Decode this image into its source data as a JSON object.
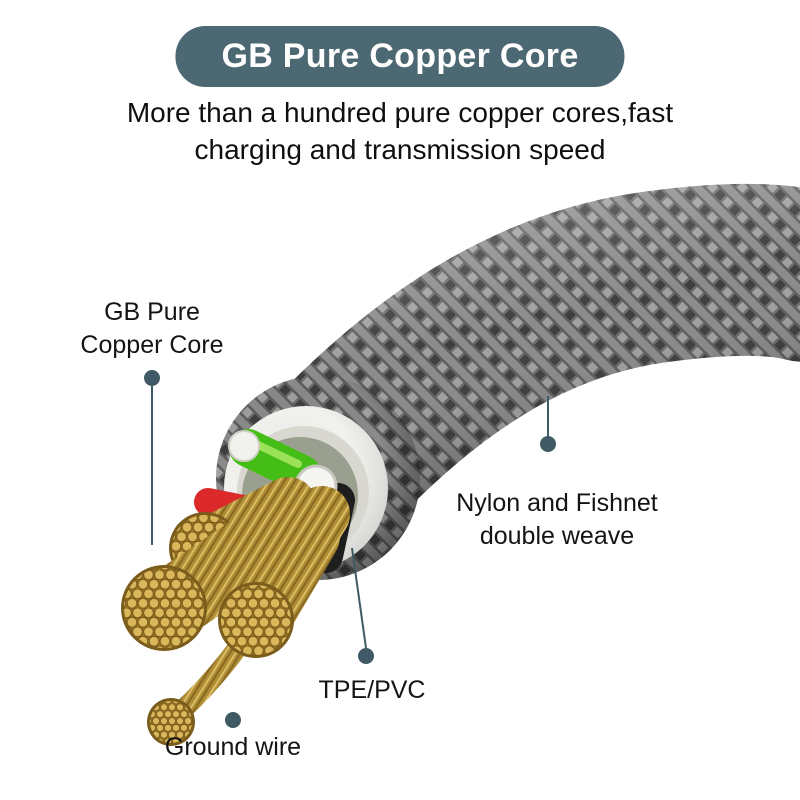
{
  "banner": {
    "title": "GB Pure Copper Core"
  },
  "subtitle": "More than a hundred pure copper cores,fast\ncharging and transmission speed",
  "callouts": {
    "copper_core": "GB Pure\nCopper Core",
    "nylon_weave": "Nylon and Fishnet\ndouble weave",
    "tpe_pvc": "TPE/PVC",
    "ground_wire": "Ground wire"
  },
  "colors": {
    "banner_bg": "#4c6872",
    "banner_text": "#ffffff",
    "body_text": "#0f0f0f",
    "callout_dot": "#3f5a64",
    "braid_light": "#a0a0a0",
    "braid_dark": "#3e3e3e",
    "jacket_white": "#f1f1ee",
    "copper_gold": "#d9b75a",
    "wire_green": "#45bd17",
    "wire_red": "#dc2a2a",
    "wire_black": "#1e1e1e"
  }
}
